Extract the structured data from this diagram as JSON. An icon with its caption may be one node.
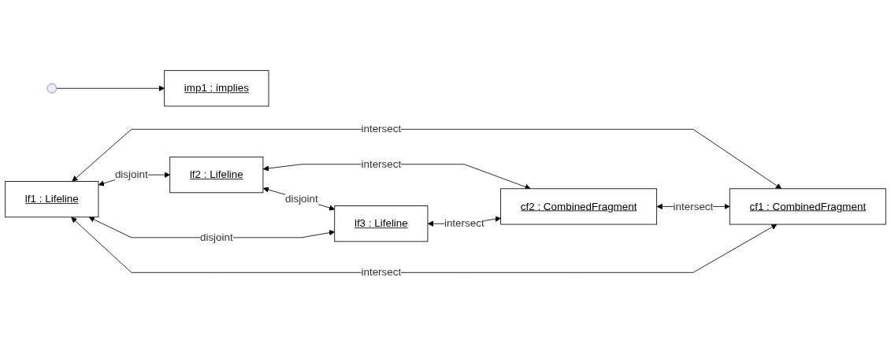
{
  "diagram": {
    "nodes": [
      {
        "text": [
          "lf1 : Lifeline"
        ]
      },
      {
        "text": [
          "lf2 : Lifeline"
        ]
      },
      {
        "text": [
          "lf3 : Lifeline"
        ]
      },
      {
        "text": [
          "cf2 : CombinedFragment"
        ]
      },
      {
        "text": [
          "cf1 : CombinedFragment"
        ]
      },
      {
        "text": [
          "imp1 : implies"
        ]
      }
    ],
    "edges": [
      {
        "from": 0,
        "to": 4,
        "arrow": "both",
        "label": "intersect"
      },
      {
        "from": 1,
        "to": 3,
        "arrow": "both",
        "label": "intersect"
      },
      {
        "from": 2,
        "to": 3,
        "arrow": "both",
        "label": "intersect"
      },
      {
        "from": 0,
        "to": 1,
        "arrow": "both",
        "label": "disjoint"
      },
      {
        "from": 1,
        "to": 2,
        "arrow": "both",
        "label": "disjoint"
      },
      {
        "from": 0,
        "to": 2,
        "arrow": "both",
        "label": "disjoint"
      },
      {
        "from": 3,
        "to": 4,
        "arrow": "both",
        "label": "intersect"
      },
      {
        "from": null,
        "to": 5,
        "arrow": "to"
      },
      {
        "from": 0,
        "to": 4,
        "arrow": "both",
        "label": "intersect"
      }
    ]
  }
}
